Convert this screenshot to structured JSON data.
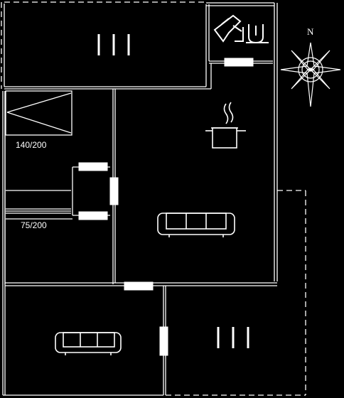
{
  "plan": {
    "labels": {
      "window_upper": "140/200",
      "window_lower": "75/200"
    },
    "compass": {
      "north_letter": "N"
    },
    "colors": {
      "background": "#000000",
      "line": "#ffffff"
    },
    "symbols": {
      "bed_upper": "bed-icon",
      "wc": "toilet-sink-icon",
      "stove": "cooking-pot-icon",
      "sofa_living": "sofa-icon",
      "sofa_lower": "sofa-icon",
      "bed_lower": "bed-icon",
      "compass": "compass-rose-icon"
    }
  }
}
